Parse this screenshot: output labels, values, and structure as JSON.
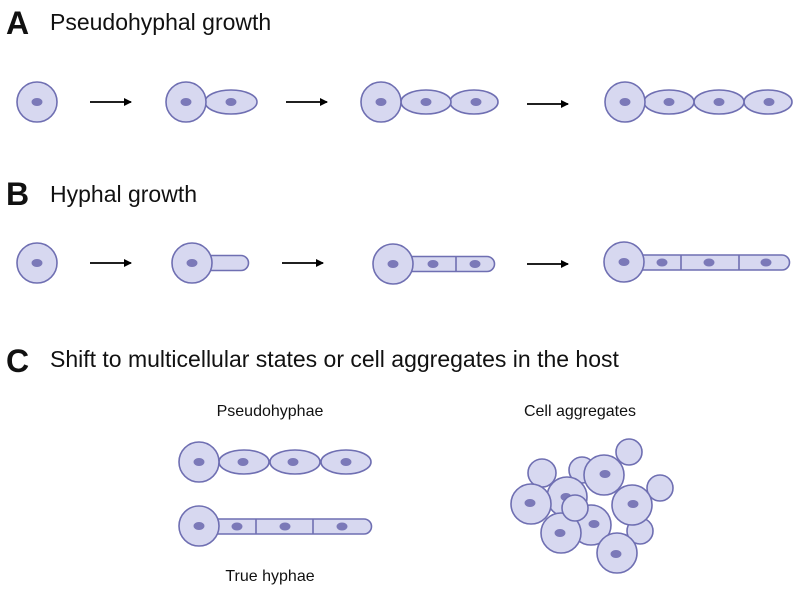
{
  "panels": {
    "a": {
      "letter": "A",
      "title": "Pseudohyphal growth"
    },
    "b": {
      "letter": "B",
      "title": "Hyphal growth"
    },
    "c": {
      "letter": "C",
      "title": "Shift to multicellular states or cell aggregates in the host",
      "pseudohyphae_label": "Pseudohyphae",
      "true_hyphae_label": "True hyphae",
      "aggregates_label": "Cell aggregates"
    }
  },
  "colors": {
    "cell_fill": "#d7d8f0",
    "cell_stroke": "#6f6fb2",
    "nucleus": "#7b79b8",
    "arrow": "#000000"
  }
}
